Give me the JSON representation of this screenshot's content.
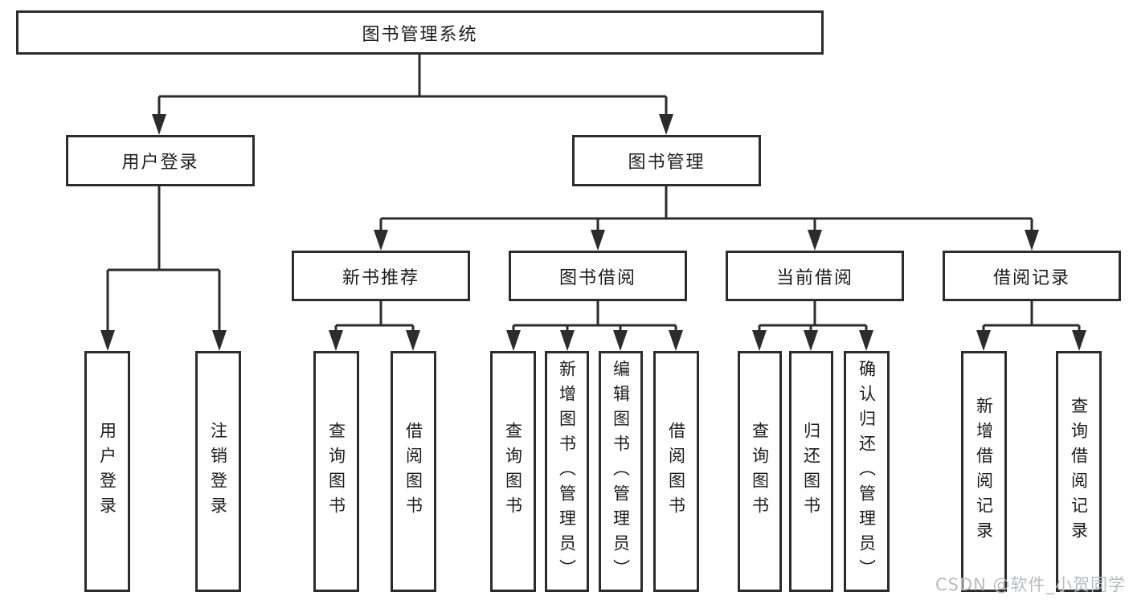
{
  "tree": {
    "root": {
      "label": "图书管理系统"
    },
    "branches": [
      {
        "label": "用户登录",
        "children": [
          {
            "label": "用户登录"
          },
          {
            "label": "注销登录"
          }
        ]
      },
      {
        "label": "图书管理",
        "children": [
          {
            "label": "新书推荐",
            "children": [
              {
                "label": "查询图书"
              },
              {
                "label": "借阅图书"
              }
            ]
          },
          {
            "label": "图书借阅",
            "children": [
              {
                "label": "查询图书"
              },
              {
                "label": "新增图书（管理员）"
              },
              {
                "label": "编辑图书（管理员）"
              },
              {
                "label": "借阅图书"
              }
            ]
          },
          {
            "label": "当前借阅",
            "children": [
              {
                "label": "查询图书"
              },
              {
                "label": "归还图书"
              },
              {
                "label": "确认归还（管理员）"
              }
            ]
          },
          {
            "label": "借阅记录",
            "children": [
              {
                "label": "新增借阅记录"
              },
              {
                "label": "查询借阅记录"
              }
            ]
          }
        ]
      }
    ]
  },
  "watermark": {
    "text": "CSDN @软件_小贺同学"
  },
  "colors": {
    "line": "#2c2c2c",
    "box_border": "#2c2c2c",
    "text": "#1c1c1c",
    "watermark": "#b9bbc0",
    "background": "#ffffff"
  }
}
